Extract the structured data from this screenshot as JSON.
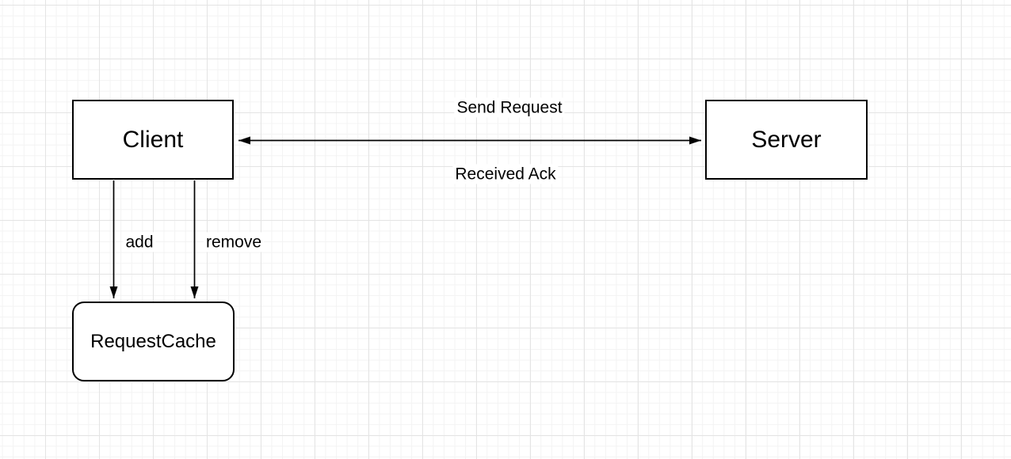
{
  "diagram": {
    "nodes": {
      "client": {
        "label": "Client"
      },
      "server": {
        "label": "Server"
      },
      "request_cache": {
        "label": "RequestCache"
      }
    },
    "edges": {
      "send_request": {
        "label": "Send Request"
      },
      "received_ack": {
        "label": "Received Ack"
      },
      "add": {
        "label": "add"
      },
      "remove": {
        "label": "remove"
      }
    },
    "colors": {
      "stroke": "#000000",
      "node_fill": "#ffffff",
      "background": "#ffffff",
      "grid_minor": "#f3f3f3",
      "grid_major": "#e4e4e4"
    }
  }
}
